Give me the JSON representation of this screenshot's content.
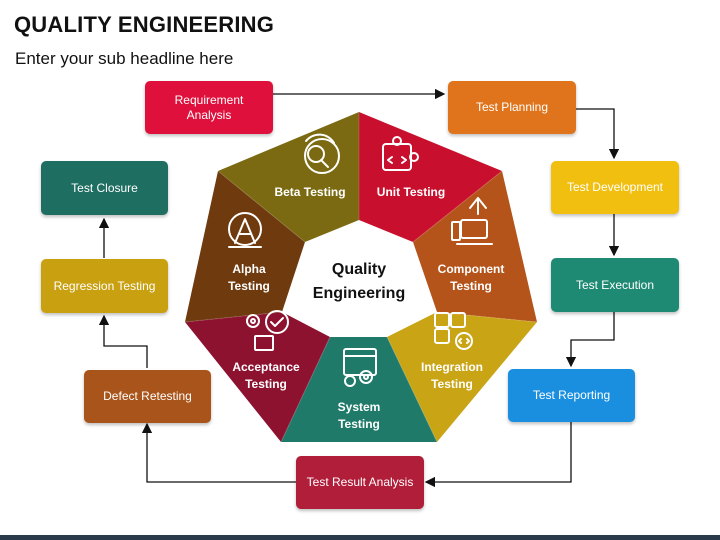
{
  "header": {
    "title": "QUALITY ENGINEERING",
    "subtitle": "Enter your sub headline here"
  },
  "center": {
    "line1": "Quality",
    "line2": "Engineering"
  },
  "segments": [
    {
      "line1": "Beta Testing",
      "line2": "",
      "color": "#7b6a12",
      "icon": "search-refresh-icon"
    },
    {
      "line1": "Unit Testing",
      "line2": "",
      "color": "#c8102e",
      "icon": "puzzle-code-icon"
    },
    {
      "line1": "Component",
      "line2": "Testing",
      "color": "#b5541a",
      "icon": "devices-upload-icon"
    },
    {
      "line1": "Integration",
      "line2": "Testing",
      "color": "#c9a414",
      "icon": "puzzle-code-icon"
    },
    {
      "line1": "System",
      "line2": "Testing",
      "color": "#1f7a6a",
      "icon": "browser-gear-icon"
    },
    {
      "line1": "Acceptance",
      "line2": "Testing",
      "color": "#8c1230",
      "icon": "gear-check-icon"
    },
    {
      "line1": "Alpha",
      "line2": "Testing",
      "color": "#6e3a0e",
      "icon": "alpha-letter-icon"
    }
  ],
  "process": [
    {
      "label": "Requirement Analysis",
      "color": "#e0103c"
    },
    {
      "label": "Test Planning",
      "color": "#e0741c"
    },
    {
      "label": "Test Development",
      "color": "#f0bf10"
    },
    {
      "label": "Test Execution",
      "color": "#1f8a73"
    },
    {
      "label": "Test Reporting",
      "color": "#1a8fe0"
    },
    {
      "label": "Test Result Analysis",
      "color": "#b01e3a"
    },
    {
      "label": "Defect Retesting",
      "color": "#a8541a"
    },
    {
      "label": "Regression Testing",
      "color": "#c8a010"
    },
    {
      "label": "Test Closure",
      "color": "#1f6e62"
    }
  ]
}
